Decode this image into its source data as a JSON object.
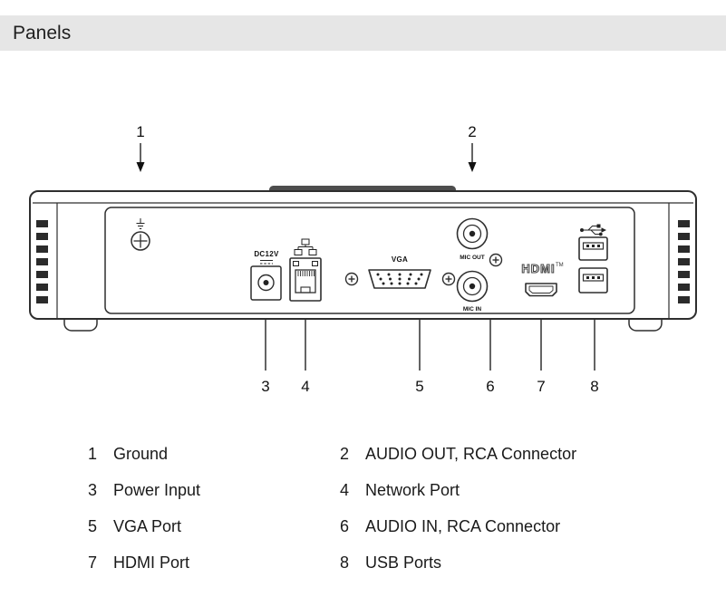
{
  "header": {
    "title": "Panels"
  },
  "diagram": {
    "callouts": [
      "1",
      "2",
      "3",
      "4",
      "5",
      "6",
      "7",
      "8"
    ],
    "port_labels": {
      "power": "DC12V",
      "vga": "VGA",
      "audio_out": "MIC OUT",
      "audio_in": "MIC IN",
      "hdmi": "HDMI",
      "hdmi_tm": "TM"
    }
  },
  "legend": {
    "items": [
      {
        "num": "1",
        "label": "Ground"
      },
      {
        "num": "2",
        "label": "AUDIO OUT, RCA Connector"
      },
      {
        "num": "3",
        "label": "Power Input"
      },
      {
        "num": "4",
        "label": "Network Port"
      },
      {
        "num": "5",
        "label": "VGA Port"
      },
      {
        "num": "6",
        "label": "AUDIO IN, RCA Connector"
      },
      {
        "num": "7",
        "label": "HDMI Port"
      },
      {
        "num": "8",
        "label": "USB Ports"
      }
    ]
  },
  "colors": {
    "header_bg": "#e6e6e6",
    "line_art": "#2e2e2e",
    "text": "#1a1a1a"
  }
}
